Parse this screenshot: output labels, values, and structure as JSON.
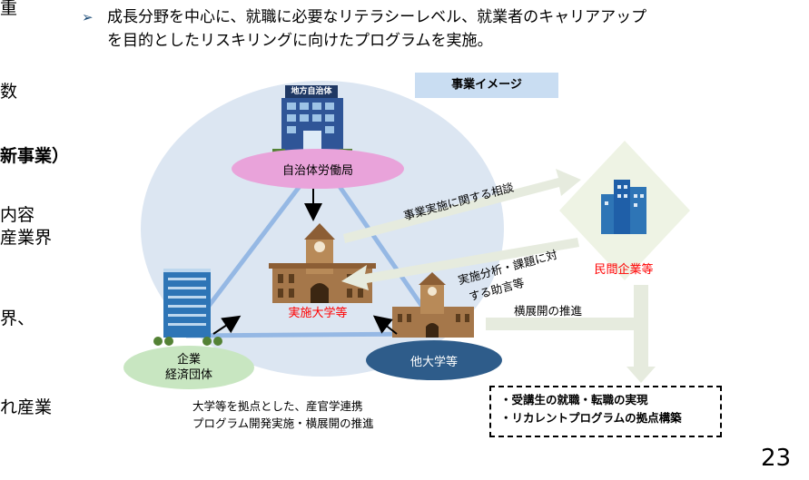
{
  "left_fragments": {
    "l1": "重",
    "l2": "数",
    "l3": "新事業）",
    "l4": "内容",
    "l5": "産業界",
    "l6": "界、",
    "l7": "れ産業"
  },
  "headline": {
    "bullet": "➢",
    "line1": "成長分野を中心に、就職に必要なリテラシーレベル、就業者のキャリアアップ",
    "line2": "を目的としたリスキリングに向けたプログラムを実施。"
  },
  "diagram": {
    "tag": "事業イメージ",
    "building_sign": "地方自治体",
    "nodes": {
      "labor_bureau": "自治体労働局",
      "university": "実施大学等",
      "other_univ": "他大学等",
      "company_line1": "企業",
      "company_line2": "経済団体",
      "private": "民間企業等"
    },
    "arrows": {
      "consult": "事業実施に関する相談",
      "advice_line1": "実施分析・課題に対",
      "advice_line2": "する助言等",
      "expansion": "横展開の推進"
    },
    "caption_line1": "大学等を拠点とした、産官学連携",
    "caption_line2": "プログラム開発実施・横展開の推進",
    "outcomes": [
      "・受講生の就職・転職の実現",
      "・リカレントプログラムの拠点構築"
    ]
  },
  "page_number": "23",
  "colors": {
    "ellipse": "#DCE6F2",
    "pink": "#E9A3DA",
    "navy": "#2E5C8A",
    "green": "#C8E6C1",
    "red": "#FF0000",
    "arrow": "#E6EBDE"
  }
}
